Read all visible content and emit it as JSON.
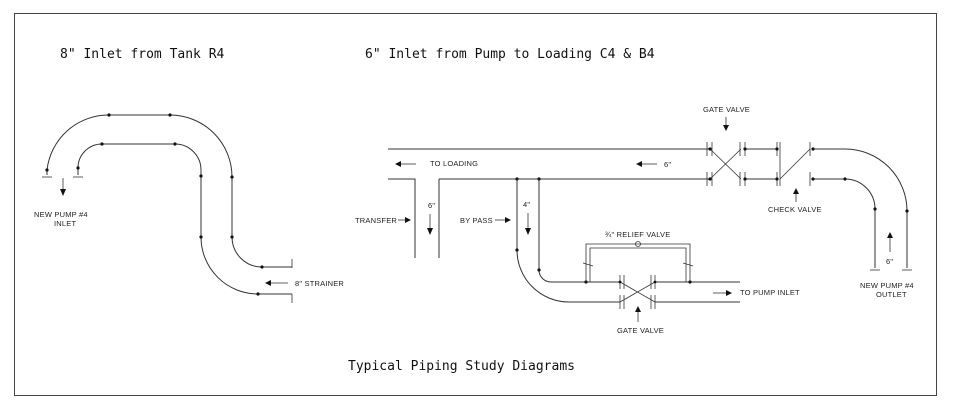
{
  "titles": {
    "left": "8\" Inlet from Tank R4",
    "right": "6\" Inlet from Pump to Loading C4 & B4",
    "caption": "Typical Piping Study Diagrams"
  },
  "left_diagram": {
    "new_pump_line1": "NEW PUMP #4",
    "new_pump_line2": "INLET",
    "strainer": "8\" STRAINER"
  },
  "right_diagram": {
    "gate_valve_top": "GATE VALVE",
    "to_loading": "TO LOADING",
    "size_6_main": "6\"",
    "transfer": "TRANSFER",
    "size_6_transfer": "6\"",
    "by_pass": "BY PASS",
    "size_4": "4\"",
    "relief_valve": "¾\" RELIEF VALVE",
    "check_valve": "CHECK VALVE",
    "to_pump_inlet": "TO PUMP INLET",
    "gate_valve_bottom": "GATE VALVE",
    "size_6_outlet": "6\"",
    "new_pump_line1": "NEW PUMP #4",
    "new_pump_line2": "OUTLET"
  }
}
